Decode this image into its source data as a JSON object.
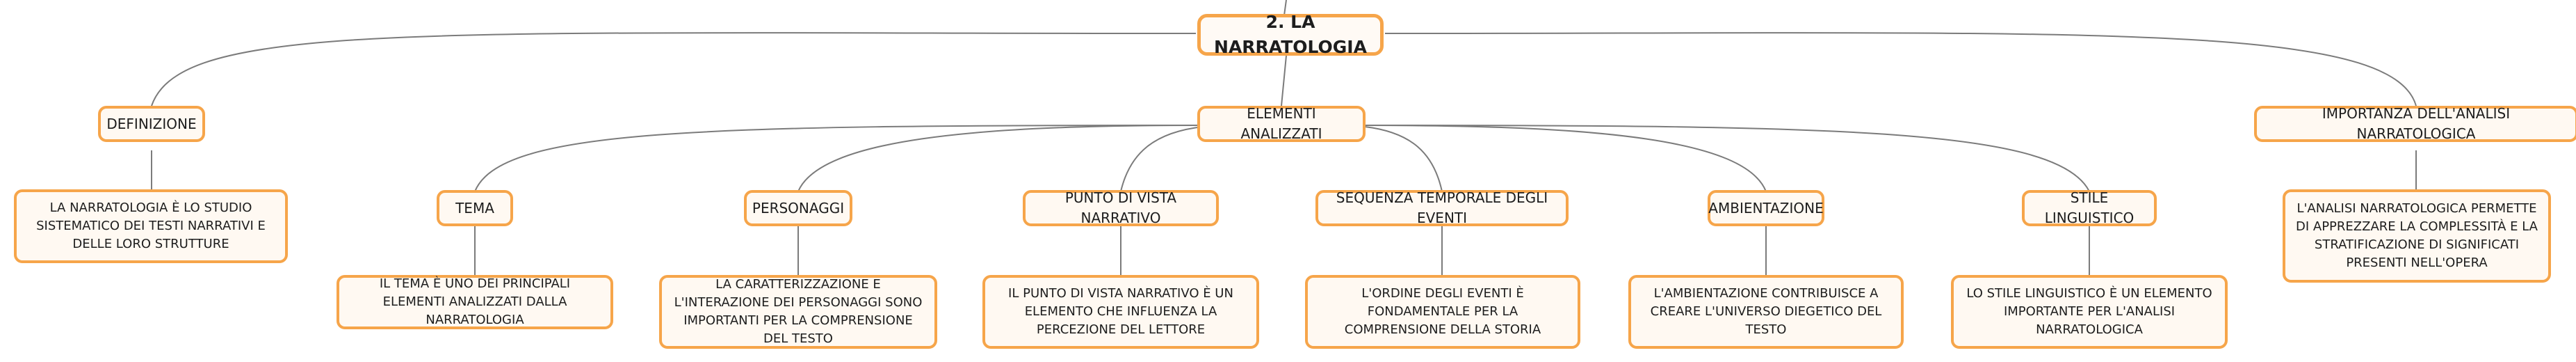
{
  "root": {
    "label": "2. LA NARRATOLOGIA"
  },
  "branches": {
    "definizione": {
      "label": "DEFINIZIONE",
      "note": "LA NARRATOLOGIA È LO STUDIO SISTEMATICO DEI TESTI NARRATIVI E DELLE LORO STRUTTURE"
    },
    "elementi": {
      "label": "ELEMENTI ANALIZZATI",
      "children": [
        {
          "label": "TEMA",
          "note": "IL TEMA È UNO DEI PRINCIPALI ELEMENTI ANALIZZATI DALLA NARRATOLOGIA"
        },
        {
          "label": "PERSONAGGI",
          "note": "LA CARATTERIZZAZIONE E L'INTERAZIONE DEI PERSONAGGI SONO IMPORTANTI PER LA COMPRENSIONE DEL TESTO"
        },
        {
          "label": "PUNTO DI VISTA NARRATIVO",
          "note": "IL PUNTO DI VISTA NARRATIVO È UN ELEMENTO CHE INFLUENZA LA PERCEZIONE DEL LETTORE"
        },
        {
          "label": "SEQUENZA TEMPORALE DEGLI EVENTI",
          "note": "L'ORDINE DEGLI EVENTI È FONDAMENTALE PER LA COMPRENSIONE DELLA STORIA"
        },
        {
          "label": "AMBIENTAZIONE",
          "note": "L'AMBIENTAZIONE CONTRIBUISCE A CREARE L'UNIVERSO DIEGETICO DEL TESTO"
        },
        {
          "label": "STILE LINGUISTICO",
          "note": "LO STILE LINGUISTICO È UN ELEMENTO IMPORTANTE PER L'ANALISI NARRATOLOGICA"
        }
      ]
    },
    "importanza": {
      "label": "IMPORTANZA DELL'ANALISI NARRATOLOGICA",
      "note": "L'ANALISI NARRATOLOGICA PERMETTE DI APPREZZARE LA COMPLESSITÀ E LA STRATIFICAZIONE DI SIGNIFICATI PRESENTI NELL'OPERA"
    }
  },
  "colors": {
    "node_border": "#f6a54a",
    "node_fill": "#fff9f2",
    "connector": "#7b7b7b",
    "text": "#1d1d1d"
  }
}
